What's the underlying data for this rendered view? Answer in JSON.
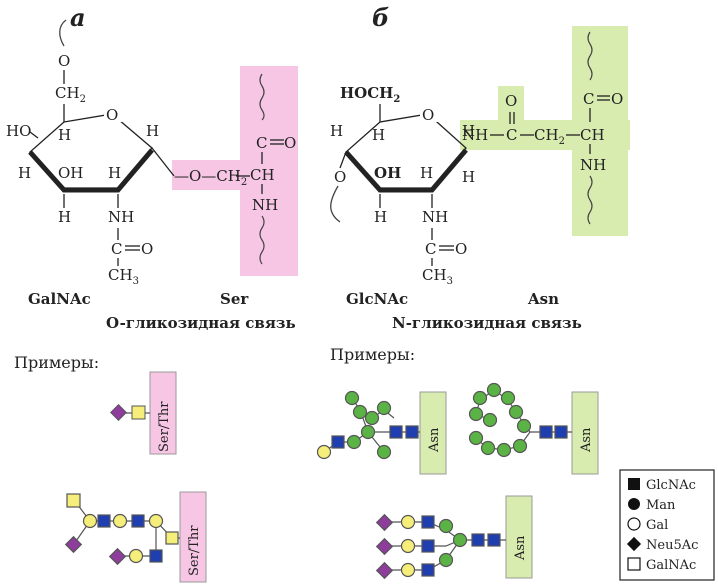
{
  "panels": {
    "a": {
      "letter": "а",
      "sugar": "GalNAc",
      "amino_acid": "Ser",
      "bond": "O-гликозидная связь",
      "atoms": {
        "ring_o": "O",
        "ch2": "CH",
        "ch2_sub": "2",
        "o_top": "O",
        "ho": "HO",
        "h": "H",
        "oh": "OH",
        "nh": "NH",
        "c": "C",
        "o": "O",
        "ch3": "CH",
        "ch3_sub": "3"
      },
      "linker": "—O—CH",
      "linker_sub": "2",
      "ser_chain": {
        "c": "C",
        "o": "O",
        "ch": "CH",
        "nh": "NH"
      }
    },
    "b": {
      "letter": "б",
      "sugar": "GlcNAc",
      "amino_acid": "Asn",
      "bond": "N-гликозидная связь",
      "atoms": {
        "hoch2": "HOCH",
        "hoch2_sub": "2",
        "ring_o": "O",
        "h": "H",
        "oh": "OH",
        "nh": "NH",
        "c": "C",
        "o": "O",
        "ch3": "CH",
        "ch3_sub": "3",
        "o_left": "O"
      },
      "asn_linker": {
        "nh": "NH",
        "c": "C",
        "ch2": "CH",
        "ch2_sub": "2",
        "o": "O"
      },
      "asn_chain": {
        "c": "C",
        "o": "O",
        "ch": "CH",
        "nh": "NH"
      }
    }
  },
  "examples": {
    "left_label": "Примеры:",
    "right_label": "Примеры:",
    "ser_thr_label": "Ser/Thr",
    "asn_label": "Asn"
  },
  "legend": {
    "items": [
      {
        "symbol": "filled-square",
        "label": "GlcNAc"
      },
      {
        "symbol": "filled-circle",
        "label": "Man"
      },
      {
        "symbol": "open-circle",
        "label": "Gal"
      },
      {
        "symbol": "diamond",
        "label": "Neu5Ac"
      },
      {
        "symbol": "open-square",
        "label": "GalNAc"
      }
    ]
  },
  "colors": {
    "ser_highlight": "#f7c6e4",
    "asn_highlight": "#d8ecb0",
    "galnac_yellow": "#f6ee7a",
    "glcnac_blue": "#1f3fb0",
    "man_green": "#5cb345",
    "gal_yellow": "#f6ee7a",
    "neu5ac_purple": "#8e3d9d",
    "ink": "#222222"
  }
}
